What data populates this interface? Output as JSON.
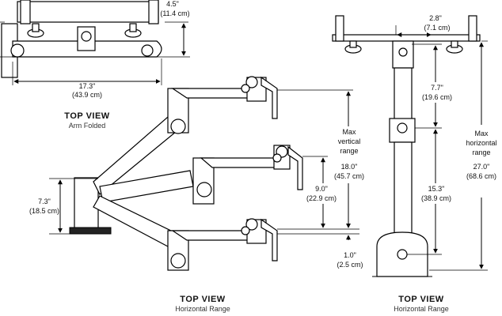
{
  "dimensions": {
    "top_width": {
      "imperial": "4.5\"",
      "metric": "(11.4 cm)"
    },
    "folded_length": {
      "imperial": "17.3\"",
      "metric": "(43.9 cm)"
    },
    "mount_height": {
      "imperial": "7.3\"",
      "metric": "(18.5 cm)"
    },
    "vertical_range": {
      "label": [
        "Max",
        "vertical",
        "range"
      ],
      "imperial": "18.0\"",
      "metric": "(45.7 cm)"
    },
    "mid_offset": {
      "imperial": "9.0\"",
      "metric": "(22.9 cm)"
    },
    "bottom_offset": {
      "imperial": "1.0\"",
      "metric": "(2.5 cm)"
    },
    "plate_width": {
      "imperial": "2.8\"",
      "metric": "(7.1 cm)"
    },
    "upper_arm": {
      "imperial": "7.7\"",
      "metric": "(19.6 cm)"
    },
    "lower_arm": {
      "imperial": "15.3\"",
      "metric": "(38.9 cm)"
    },
    "horizontal_range": {
      "label": [
        "Max",
        "horizontal",
        "range"
      ],
      "imperial": "27.0\"",
      "metric": "(68.6 cm)"
    }
  },
  "captions": {
    "folded": {
      "title": "TOP VIEW",
      "subtitle": "Arm Folded"
    },
    "side": {
      "title": "TOP VIEW",
      "subtitle": "Horizontal Range"
    },
    "front": {
      "title": "TOP VIEW",
      "subtitle": "Horizontal Range"
    }
  }
}
